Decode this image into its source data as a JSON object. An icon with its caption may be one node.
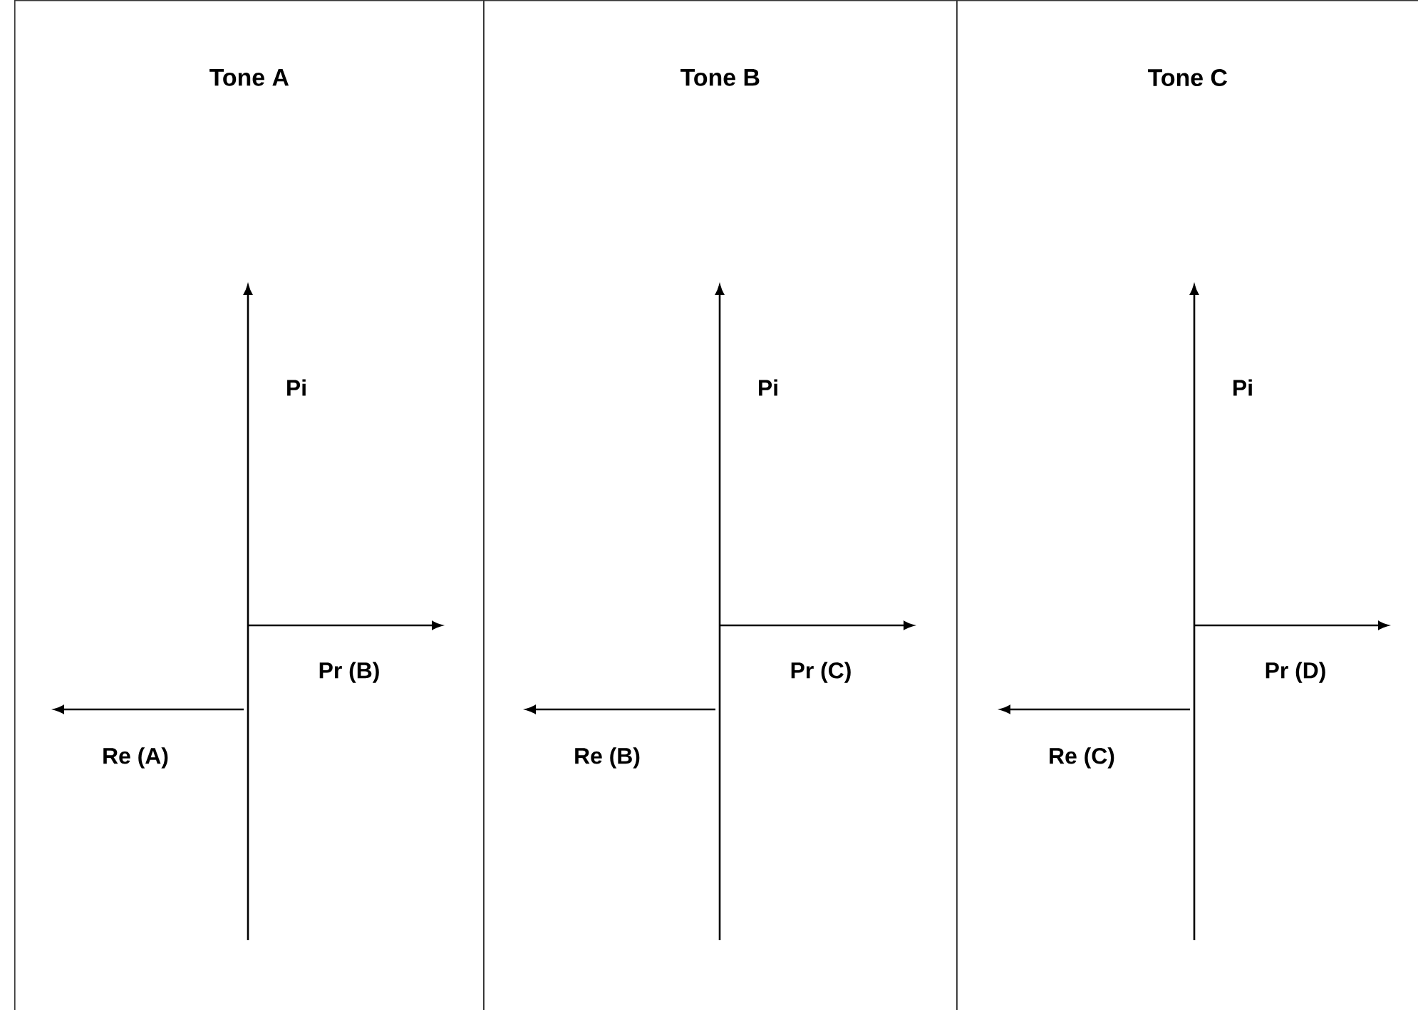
{
  "diagram": {
    "nodes": [
      {
        "text": [
          "Tone A"
        ]
      },
      {
        "text": [
          "Tone B"
        ]
      },
      {
        "text": [
          "Tone C"
        ]
      }
    ],
    "labels": [
      "Pi",
      "Pr (B)",
      "Re (A)",
      "Pi",
      "Pr (C)",
      "Re (B)",
      "Pi",
      "Pr (D)",
      "Re (C)"
    ]
  }
}
